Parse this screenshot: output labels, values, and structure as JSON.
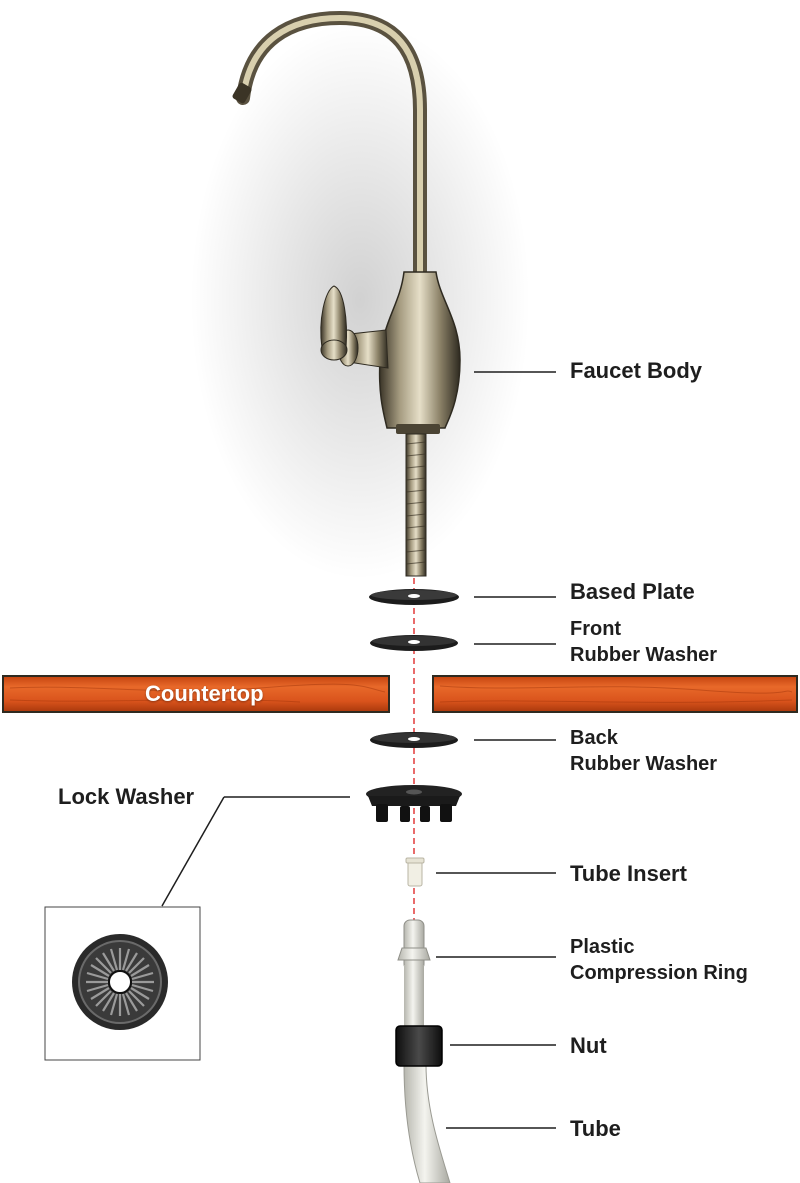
{
  "labels": {
    "faucet_body": "Faucet Body",
    "based_plate": "Based Plate",
    "front_rubber_washer": [
      "Front",
      "Rubber Washer"
    ],
    "countertop": "Countertop",
    "back_rubber_washer": [
      "Back",
      "Rubber Washer"
    ],
    "lock_washer": "Lock Washer",
    "tube_insert": "Tube Insert",
    "plastic_compression_ring": [
      "Plastic",
      "Compression Ring"
    ],
    "nut": "Nut",
    "tube": "Tube"
  },
  "colors": {
    "countertop": "#d9531c",
    "countertop_dark": "#b33d10",
    "metal": "#8a8068",
    "metal_dark": "#3c3628",
    "washer": "#1c1c1c",
    "axis": "#e23a3a",
    "tube": "#d9d9d2",
    "leader": "#1e1e1e"
  }
}
